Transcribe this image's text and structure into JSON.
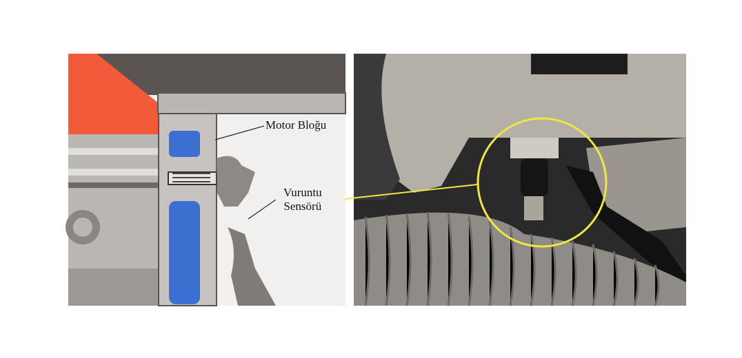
{
  "labels": {
    "engine_block": "Motor Bloğu",
    "knock_sensor_line1": "Vuruntu",
    "knock_sensor_line2": "Sensörü"
  },
  "colors": {
    "highlight": "#f2e641",
    "coolant": "#3b6fd0",
    "hot_zone": "#f25a3a"
  }
}
